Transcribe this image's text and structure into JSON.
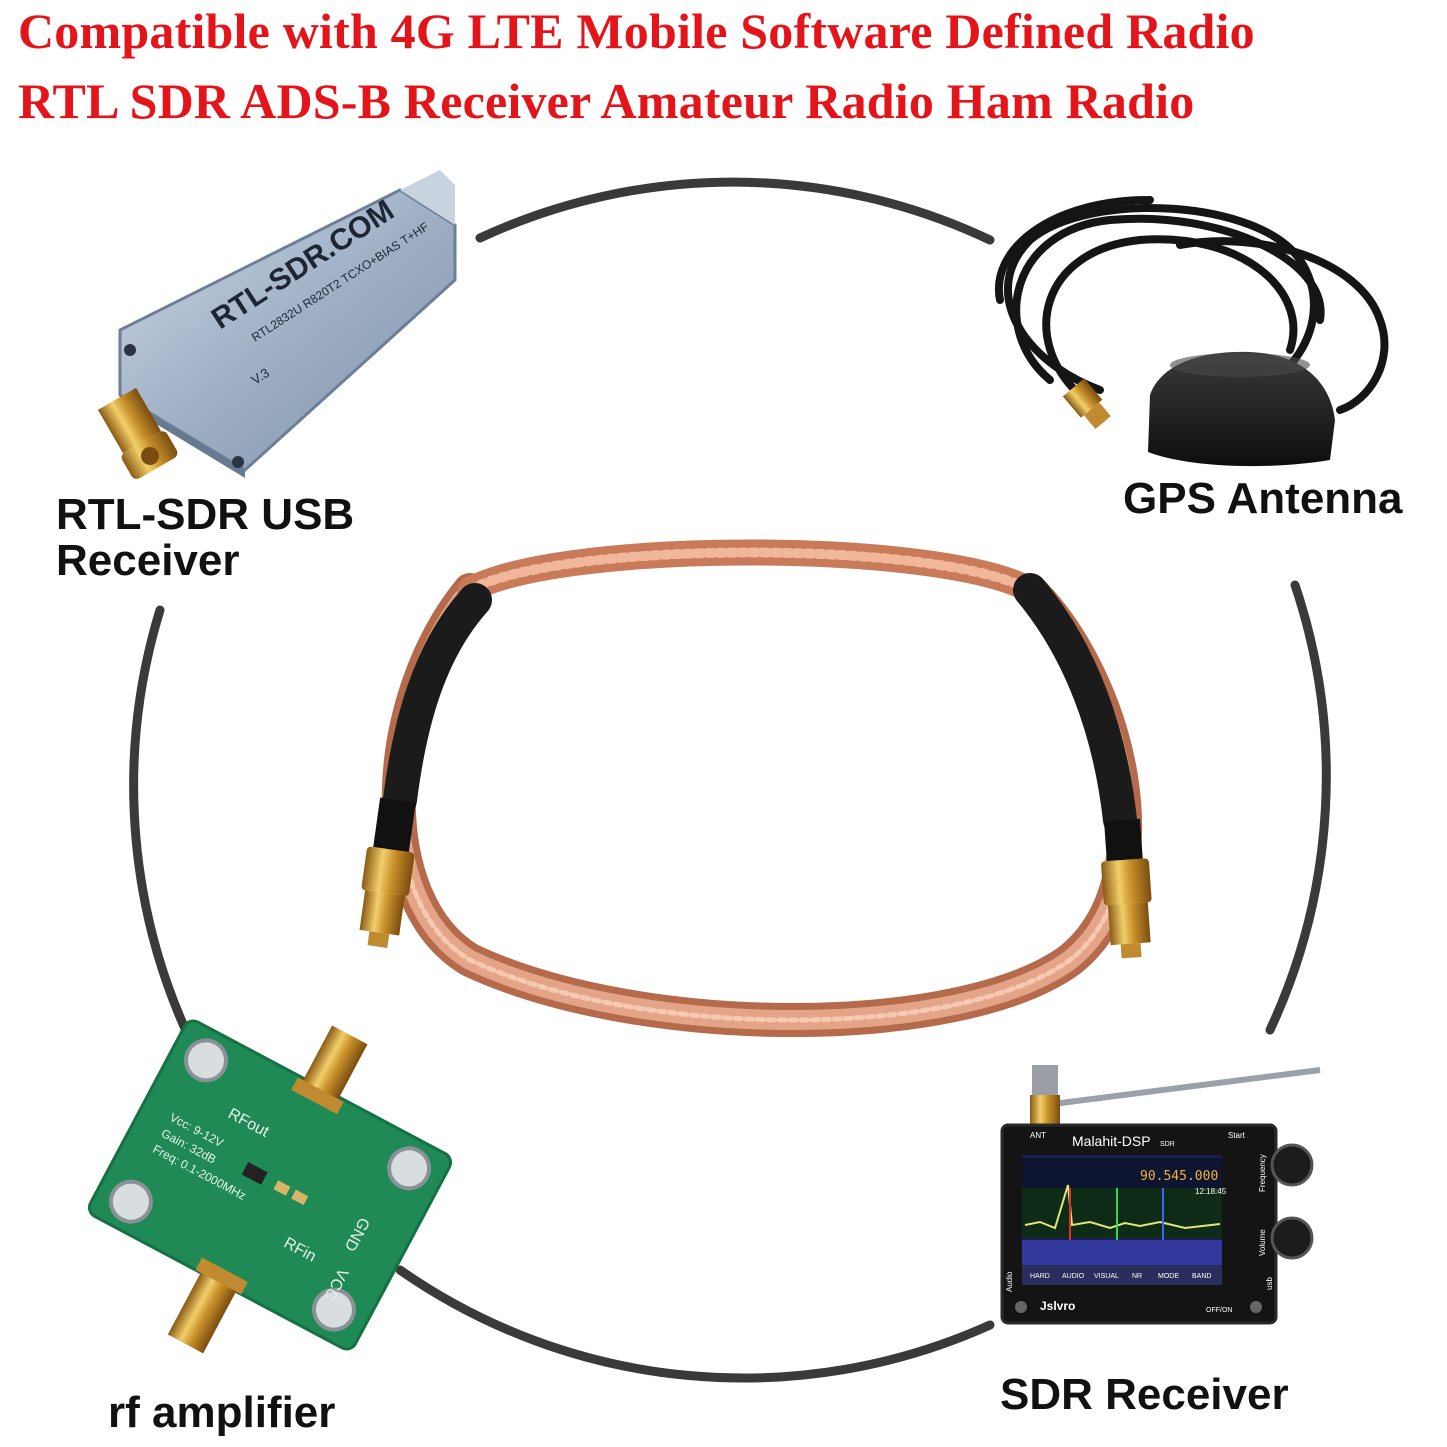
{
  "headline": {
    "line1": "Compatible with 4G LTE Mobile Software Defined Radio",
    "line2": "RTL SDR ADS-B Receiver Amateur Radio Ham Radio"
  },
  "captions": {
    "rtl_sdr_line1": "RTL-SDR USB",
    "rtl_sdr_line2": "Receiver",
    "gps": "GPS Antenna",
    "amplifier": "rf amplifier",
    "sdr_receiver": "SDR Receiver"
  },
  "device_labels": {
    "dongle_brand": "RTL-SDR.COM",
    "dongle_model": "RTL2832U R820T2 TCXO+BIAS T+HF",
    "dongle_version": "V.3",
    "amp_rfout": "RFout",
    "amp_rfin": "RFin",
    "amp_gnd": "GND",
    "amp_vcc": "VCC",
    "amp_specs1": "Vcc: 9-12V",
    "amp_specs2": "Gain: 32dB",
    "amp_specs3": "Freq: 0.1-2000MHz",
    "sdr_title": "Malahit-DSP",
    "sdr_sub": "SDR",
    "sdr_freq": "90.545.000",
    "sdr_time": "12:18:45",
    "sdr_ant": "ANT",
    "sdr_start": "Start",
    "sdr_frequency": "Frequency",
    "sdr_volume": "Volume",
    "sdr_audio": "Audio",
    "sdr_usb": "usb",
    "sdr_offon": "OFF/ON",
    "sdr_brand": "Jslvro",
    "sdr_buttons": [
      "HARD",
      "AUDIO",
      "VISUAL",
      "NR",
      "MODE",
      "BAND"
    ]
  },
  "colors": {
    "headline": "#e3151a",
    "circle": "#3a3a3a",
    "copper": "#d98a6a",
    "gold": "#d7a33c",
    "pcb": "#1f8a55"
  }
}
